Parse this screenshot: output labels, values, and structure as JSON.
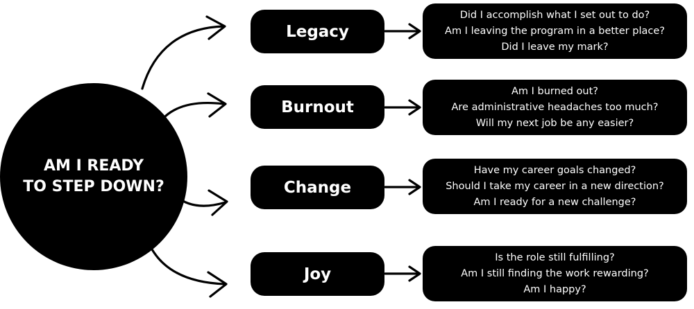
{
  "center": {
    "label": "AM I READY\nTO STEP DOWN?"
  },
  "topics": [
    {
      "label": "Legacy",
      "questions": [
        "Did I accomplish what I set out to do?",
        "Am I leaving the program in a better place?",
        "Did I leave my mark?"
      ]
    },
    {
      "label": "Burnout",
      "questions": [
        "Am I burned out?",
        "Are administrative headaches too much?",
        "Will my next job be any easier?"
      ]
    },
    {
      "label": "Change",
      "questions": [
        "Have my career goals changed?",
        "Should I take my career in a new direction?",
        "Am I ready for a new challenge?"
      ]
    },
    {
      "label": "Joy",
      "questions": [
        "Is the role still fulfilling?",
        "Am I still finding the work rewarding?",
        "Am I happy?"
      ]
    }
  ],
  "colors": {
    "shape_fill": "#000000",
    "text_on_shape": "#ffffff",
    "background": "#ffffff"
  }
}
